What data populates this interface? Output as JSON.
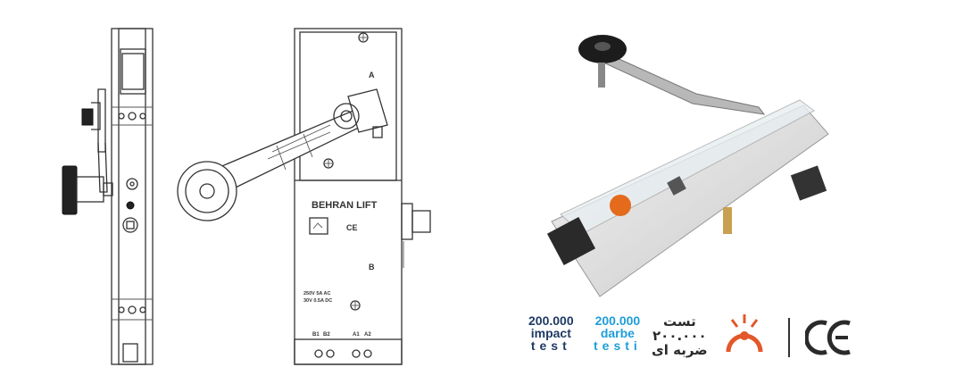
{
  "drawing": {
    "front_label": "BEHRAN LIFT",
    "ce_label": "CE",
    "spec_line1": "250V 5A AC",
    "spec_line2": "30V 0.5A DC",
    "terminal_labels": [
      "B1",
      "B2",
      "A1",
      "A2"
    ],
    "contact_label_a": "A",
    "contact_label_b": "B"
  },
  "badges": {
    "impact": {
      "number": "200.000",
      "line2": "impact",
      "line3": "test"
    },
    "darbe": {
      "number": "200.000",
      "line2": "darbe",
      "line3": "testi"
    },
    "farsi": {
      "line1": "تست",
      "line2": "۲۰۰.۰۰۰",
      "line3": "ضربه ای"
    }
  },
  "certification": {
    "mark": "CE"
  },
  "colors": {
    "impact_text": "#1f3a64",
    "darbe_text": "#1e9ed8",
    "impact_icon": "#e2582a",
    "line_art": "#333333"
  },
  "icons": [
    "impact-test-icon",
    "ce-mark-icon"
  ]
}
